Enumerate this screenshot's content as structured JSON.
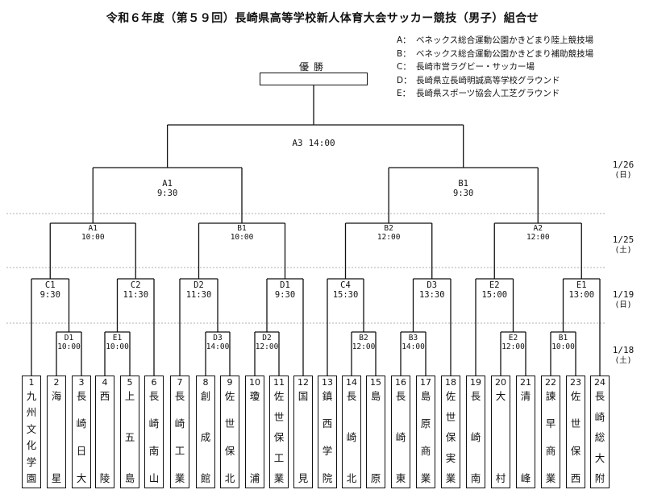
{
  "title": "令和６年度（第５９回）長崎県高等学校新人体育大会サッカー競技（男子）組合せ",
  "venues": [
    {
      "key": "A：",
      "name": "ベネックス総合運動公園かきどまり陸上競技場"
    },
    {
      "key": "B：",
      "name": "ベネックス総合運動公園かきどまり補助競技場"
    },
    {
      "key": "C：",
      "name": "長崎市営ラグビー・サッカー場"
    },
    {
      "key": "D：",
      "name": "長崎県立長崎明誠高等学校グラウンド"
    },
    {
      "key": "E：",
      "name": "長崎県スポーツ協会人工芝グラウンド"
    }
  ],
  "winner_label": "優勝",
  "dates": [
    {
      "date": "1/26",
      "weekday": "(日)"
    },
    {
      "date": "1/25",
      "weekday": "(土)"
    },
    {
      "date": "1/19",
      "weekday": "(日)"
    },
    {
      "date": "1/18",
      "weekday": "(土)"
    }
  ],
  "final": {
    "code": "A3",
    "time": "14:00"
  },
  "semifinals": [
    {
      "code": "A1",
      "time": "9:30"
    },
    {
      "code": "B1",
      "time": "9:30"
    }
  ],
  "quarterfinals": [
    {
      "code": "A1",
      "time": "10:00"
    },
    {
      "code": "B1",
      "time": "10:00"
    },
    {
      "code": "B2",
      "time": "12:00"
    },
    {
      "code": "A2",
      "time": "12:00"
    }
  ],
  "round2": [
    {
      "code": "C1",
      "time": "9:30"
    },
    {
      "code": "C2",
      "time": "11:30"
    },
    {
      "code": "D2",
      "time": "11:30"
    },
    {
      "code": "D1",
      "time": "9:30"
    },
    {
      "code": "C4",
      "time": "15:30"
    },
    {
      "code": "D3",
      "time": "13:30"
    },
    {
      "code": "E2",
      "time": "15:00"
    },
    {
      "code": "E1",
      "time": "13:00"
    }
  ],
  "round1": [
    {
      "code": "D1",
      "time": "10:00"
    },
    {
      "code": "E1",
      "time": "10:00"
    },
    {
      "code": "D3",
      "time": "14:00"
    },
    {
      "code": "D2",
      "time": "12:00"
    },
    {
      "code": "B2",
      "time": "12:00"
    },
    {
      "code": "B3",
      "time": "14:00"
    },
    {
      "code": "E2",
      "time": "12:00"
    },
    {
      "code": "B1",
      "time": "10:00"
    }
  ],
  "teams": [
    {
      "no": "1",
      "name": "九州文化学園"
    },
    {
      "no": "2",
      "name": "海星"
    },
    {
      "no": "3",
      "name": "長崎日大"
    },
    {
      "no": "4",
      "name": "西陵"
    },
    {
      "no": "5",
      "name": "上五島"
    },
    {
      "no": "6",
      "name": "長崎南山"
    },
    {
      "no": "7",
      "name": "長崎工業"
    },
    {
      "no": "8",
      "name": "創成館"
    },
    {
      "no": "9",
      "name": "佐世保北"
    },
    {
      "no": "10",
      "name": "瓊浦"
    },
    {
      "no": "11",
      "name": "佐世保工業"
    },
    {
      "no": "12",
      "name": "国見"
    },
    {
      "no": "13",
      "name": "鎮西学院"
    },
    {
      "no": "14",
      "name": "長崎北"
    },
    {
      "no": "15",
      "name": "島原"
    },
    {
      "no": "16",
      "name": "長崎東"
    },
    {
      "no": "17",
      "name": "島原商業"
    },
    {
      "no": "18",
      "name": "佐世保実業"
    },
    {
      "no": "19",
      "name": "長崎南"
    },
    {
      "no": "20",
      "name": "大村"
    },
    {
      "no": "21",
      "name": "清峰"
    },
    {
      "no": "22",
      "name": "諫早商業"
    },
    {
      "no": "23",
      "name": "佐世保西"
    },
    {
      "no": "24",
      "name": "長崎総大附"
    }
  ]
}
